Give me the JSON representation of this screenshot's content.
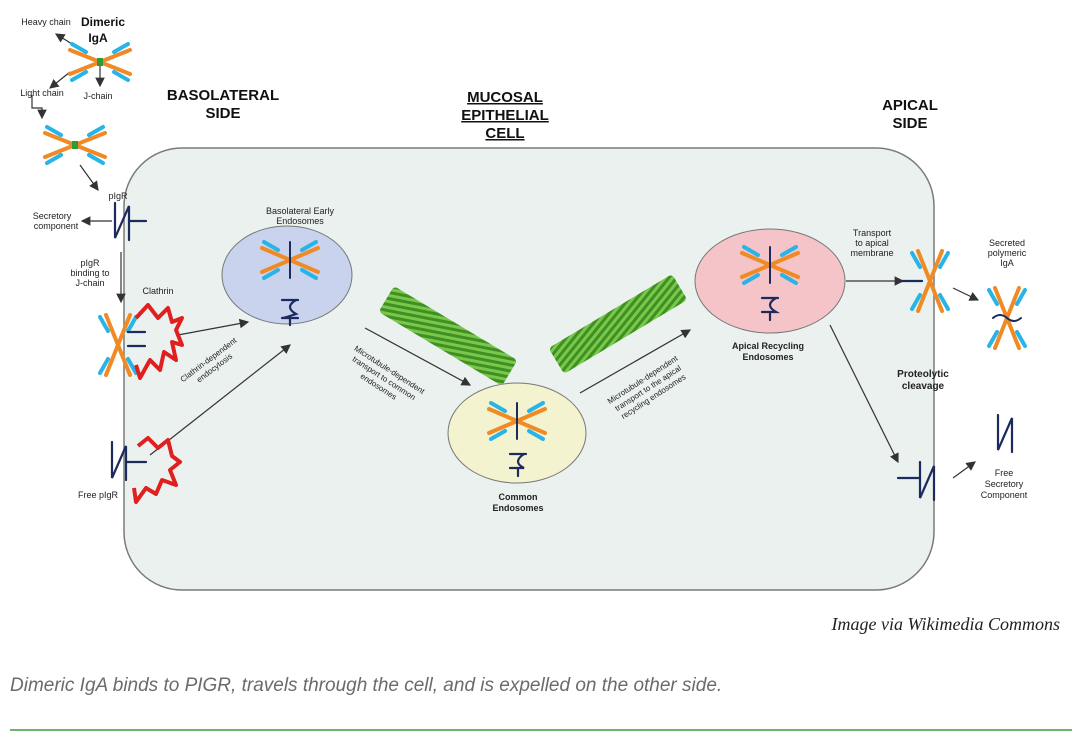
{
  "diagram": {
    "headings": {
      "dimeric_iga": [
        "Dimeric",
        "IgA"
      ],
      "basolateral": [
        "BASOLATERAL",
        "SIDE"
      ],
      "mucosal": [
        "MUCOSAL",
        "EPITHELIAL",
        "CELL"
      ],
      "apical": [
        "APICAL",
        "SIDE"
      ]
    },
    "labels": {
      "heavy_chain": "Heavy chain",
      "light_chain": "Light chain",
      "j_chain": "J-chain",
      "pigr": "pIgR",
      "secretory_component": [
        "Secretory",
        "component"
      ],
      "pigr_binding": [
        "pIgR",
        "binding to",
        "J-chain"
      ],
      "clathrin": "Clathrin",
      "free_pigr": "Free pIgR",
      "basolateral_early": [
        "Basolateral Early",
        "Endosomes"
      ],
      "clathrin_endocytosis": [
        "Clathrin-dependent",
        "endocytosis"
      ],
      "microtubule_common": [
        "Microtubule-dependent",
        "transport to common",
        "endosomes"
      ],
      "common_endosomes": [
        "Common",
        "Endosomes"
      ],
      "microtubule_apical": [
        "Microtubule-dependent",
        "transport to the apical",
        "recycling endosomes"
      ],
      "apical_recycling": [
        "Apical Recycling",
        "Endosomes"
      ],
      "transport_apical": [
        "Transport",
        "to apical",
        "membrane"
      ],
      "secreted_iga": [
        "Secreted",
        "polymeric",
        "IgA"
      ],
      "proteolytic": [
        "Proteolytic",
        "cleavage"
      ],
      "free_sc": [
        "Free",
        "Secretory",
        "Component"
      ]
    },
    "colors": {
      "heavy": "#f08a24",
      "light": "#29b4e8",
      "jchain": "#2e9a3a",
      "receptor": "#1c2a5e",
      "cell_fill": "#eaf1ee",
      "endo_basolateral": "#c9d3ee",
      "endo_common": "#f4f3cf",
      "endo_apical": "#f5c4c8",
      "clathrin": "#e01f1f",
      "microtubule": "#4fa62f"
    }
  },
  "credit": "Image via Wikimedia Commons",
  "caption": "Dimeric IgA binds to PIGR, travels through the cell, and is expelled on the other side."
}
